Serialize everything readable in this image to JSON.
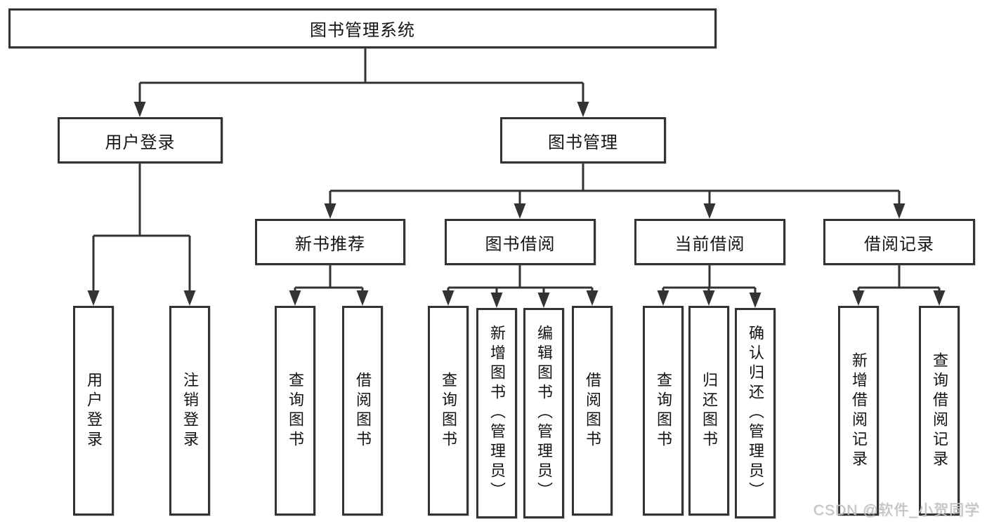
{
  "watermark": "CSDN @软件_小贺同学",
  "colors": {
    "line": "#333333",
    "box_border": "#333333",
    "text": "#141414",
    "background": "#ffffff",
    "watermark": "#c2c2c2"
  },
  "tree": {
    "root": "图书管理系统",
    "children": [
      {
        "label": "用户登录",
        "children": [
          {
            "label": "用户登录"
          },
          {
            "label": "注销登录"
          }
        ]
      },
      {
        "label": "图书管理",
        "children": [
          {
            "label": "新书推荐",
            "children": [
              {
                "label": "查询图书"
              },
              {
                "label": "借阅图书"
              }
            ]
          },
          {
            "label": "图书借阅",
            "children": [
              {
                "label": "查询图书"
              },
              {
                "label": "新增图书（管理员）"
              },
              {
                "label": "编辑图书（管理员）"
              },
              {
                "label": "借阅图书"
              }
            ]
          },
          {
            "label": "当前借阅",
            "children": [
              {
                "label": "查询图书"
              },
              {
                "label": "归还图书"
              },
              {
                "label": "确认归还（管理员）"
              }
            ]
          },
          {
            "label": "借阅记录",
            "children": [
              {
                "label": "新增借阅记录"
              },
              {
                "label": "查询借阅记录"
              }
            ]
          }
        ]
      }
    ]
  }
}
